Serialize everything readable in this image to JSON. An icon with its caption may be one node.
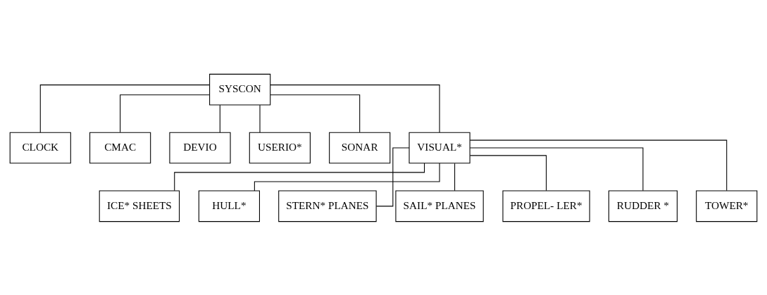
{
  "diagram": {
    "nodes": [
      {
        "text": [
          "SYSCON"
        ]
      },
      {
        "text": [
          "CLOCK"
        ]
      },
      {
        "text": [
          "CMAC"
        ]
      },
      {
        "text": [
          "DEVIO"
        ]
      },
      {
        "text": [
          "USERIO*"
        ]
      },
      {
        "text": [
          "SONAR"
        ]
      },
      {
        "text": [
          "VISUAL*"
        ]
      },
      {
        "text": [
          "ICE* SHEETS"
        ]
      },
      {
        "text": [
          "HULL*"
        ]
      },
      {
        "text": [
          "STERN* PLANES"
        ]
      },
      {
        "text": [
          "SAIL* PLANES"
        ]
      },
      {
        "text": [
          "PROPEL- LER*"
        ]
      },
      {
        "text": [
          "RUDDER *"
        ]
      },
      {
        "text": [
          "TOWER*"
        ]
      }
    ],
    "edges": [
      {
        "from": 0,
        "to": 1,
        "arrow": "none"
      },
      {
        "from": 0,
        "to": 2,
        "arrow": "none"
      },
      {
        "from": 0,
        "to": 3,
        "arrow": "none"
      },
      {
        "from": 0,
        "to": 4,
        "arrow": "none"
      },
      {
        "from": 0,
        "to": 5,
        "arrow": "none"
      },
      {
        "from": 0,
        "to": 6,
        "arrow": "none"
      },
      {
        "from": 6,
        "to": 7,
        "arrow": "none"
      },
      {
        "from": 6,
        "to": 8,
        "arrow": "none"
      },
      {
        "from": 6,
        "to": 9,
        "arrow": "none"
      },
      {
        "from": 6,
        "to": 10,
        "arrow": "none"
      },
      {
        "from": 6,
        "to": 11,
        "arrow": "none"
      },
      {
        "from": 6,
        "to": 12,
        "arrow": "none"
      },
      {
        "from": 6,
        "to": 13,
        "arrow": "none"
      }
    ]
  }
}
